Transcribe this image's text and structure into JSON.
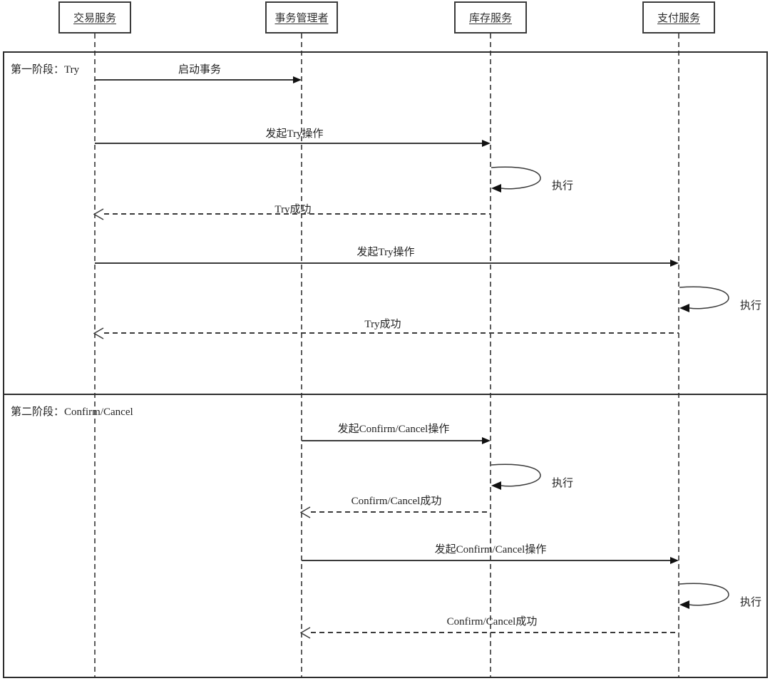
{
  "diagram": {
    "participants": [
      {
        "name": "交易服务"
      },
      {
        "name": "事务管理者"
      },
      {
        "name": "库存服务"
      },
      {
        "name": "支付服务"
      }
    ],
    "phases": [
      {
        "label": "第一阶段：Try"
      },
      {
        "label": "第二阶段：Confirm/Cancel"
      }
    ],
    "messages": [
      {
        "label": "启动事务",
        "from": "交易服务",
        "to": "事务管理者",
        "style": "solid-arrow"
      },
      {
        "label": "发起Try操作",
        "from": "交易服务",
        "to": "库存服务",
        "style": "solid-arrow"
      },
      {
        "label": "执行",
        "on": "库存服务",
        "style": "self-loop"
      },
      {
        "label": "Try成功",
        "from": "库存服务",
        "to": "交易服务",
        "style": "dashed-return"
      },
      {
        "label": "发起Try操作",
        "from": "交易服务",
        "to": "支付服务",
        "style": "solid-arrow"
      },
      {
        "label": "执行",
        "on": "支付服务",
        "style": "self-loop"
      },
      {
        "label": "Try成功",
        "from": "支付服务",
        "to": "交易服务",
        "style": "dashed-return"
      },
      {
        "label": "发起Confirm/Cancel操作",
        "from": "事务管理者",
        "to": "库存服务",
        "style": "solid-arrow"
      },
      {
        "label": "执行",
        "on": "库存服务",
        "style": "self-loop"
      },
      {
        "label": "Confirm/Cancel成功",
        "from": "库存服务",
        "to": "事务管理者",
        "style": "dashed-return"
      },
      {
        "label": "发起Confirm/Cancel操作",
        "from": "事务管理者",
        "to": "支付服务",
        "style": "solid-arrow"
      },
      {
        "label": "执行",
        "on": "支付服务",
        "style": "self-loop"
      },
      {
        "label": "Confirm/Cancel成功",
        "from": "支付服务",
        "to": "事务管理者",
        "style": "dashed-return"
      }
    ],
    "colors": {
      "line": "#3a3a3a",
      "arrowhead": "#111111",
      "text": "#242424",
      "background": "#ffffff"
    }
  }
}
